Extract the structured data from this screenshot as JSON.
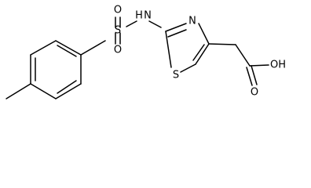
{
  "molecule": {
    "atoms": {
      "sulfonyl_S": "S",
      "sulfonyl_O_top": "O",
      "sulfonyl_O_bottom": "O",
      "amine_NH": "H",
      "amine_N": "N",
      "ring_N": "N",
      "ring_S": "S",
      "hydroxyl_OH": "OH",
      "carbonyl_O": "O"
    }
  }
}
